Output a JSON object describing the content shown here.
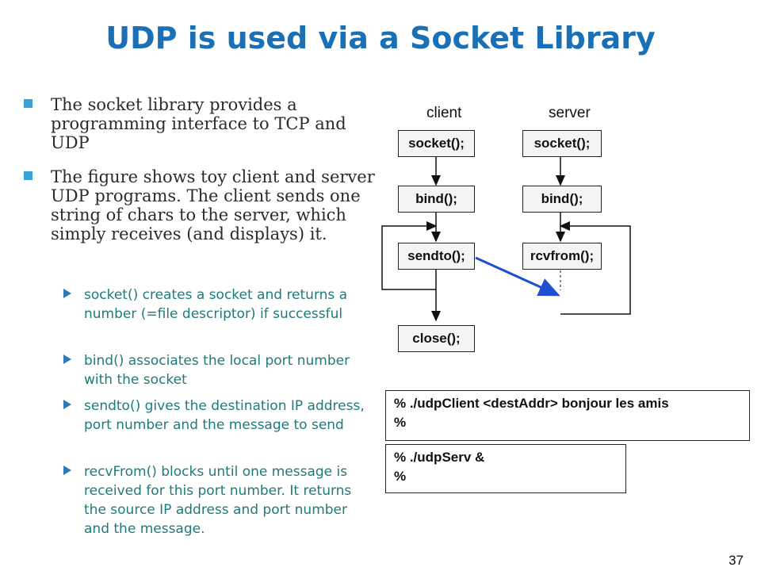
{
  "slide": {
    "title": "UDP is used via a Socket Library",
    "bullets": [
      "The socket library provides a programming interface to TCP and UDP",
      "The figure shows toy client and server UDP programs. The client sends one string of chars to the server, which simply receives (and displays) it."
    ],
    "sub_bullets": [
      "socket() creates a socket and returns a number (=file descriptor) if successful",
      "bind() associates the local port number with the socket",
      "sendto() gives the destination IP address, port number and the message to send",
      "recvFrom() blocks until one message is received for this port number. It returns the source IP address and port number and the message."
    ],
    "page_number": "37"
  },
  "diagram": {
    "client_label": "client",
    "server_label": "server",
    "client_boxes": [
      "socket();",
      "bind();",
      "sendto();",
      "close();"
    ],
    "server_boxes": [
      "socket();",
      "bind();",
      "rcvfrom();"
    ],
    "client_terminal": [
      "% ./udpClient <destAddr> bonjour les amis",
      "%"
    ],
    "server_terminal": [
      "% ./udpServ &",
      "%"
    ],
    "message_arrow_color": "#1f4fd1"
  }
}
